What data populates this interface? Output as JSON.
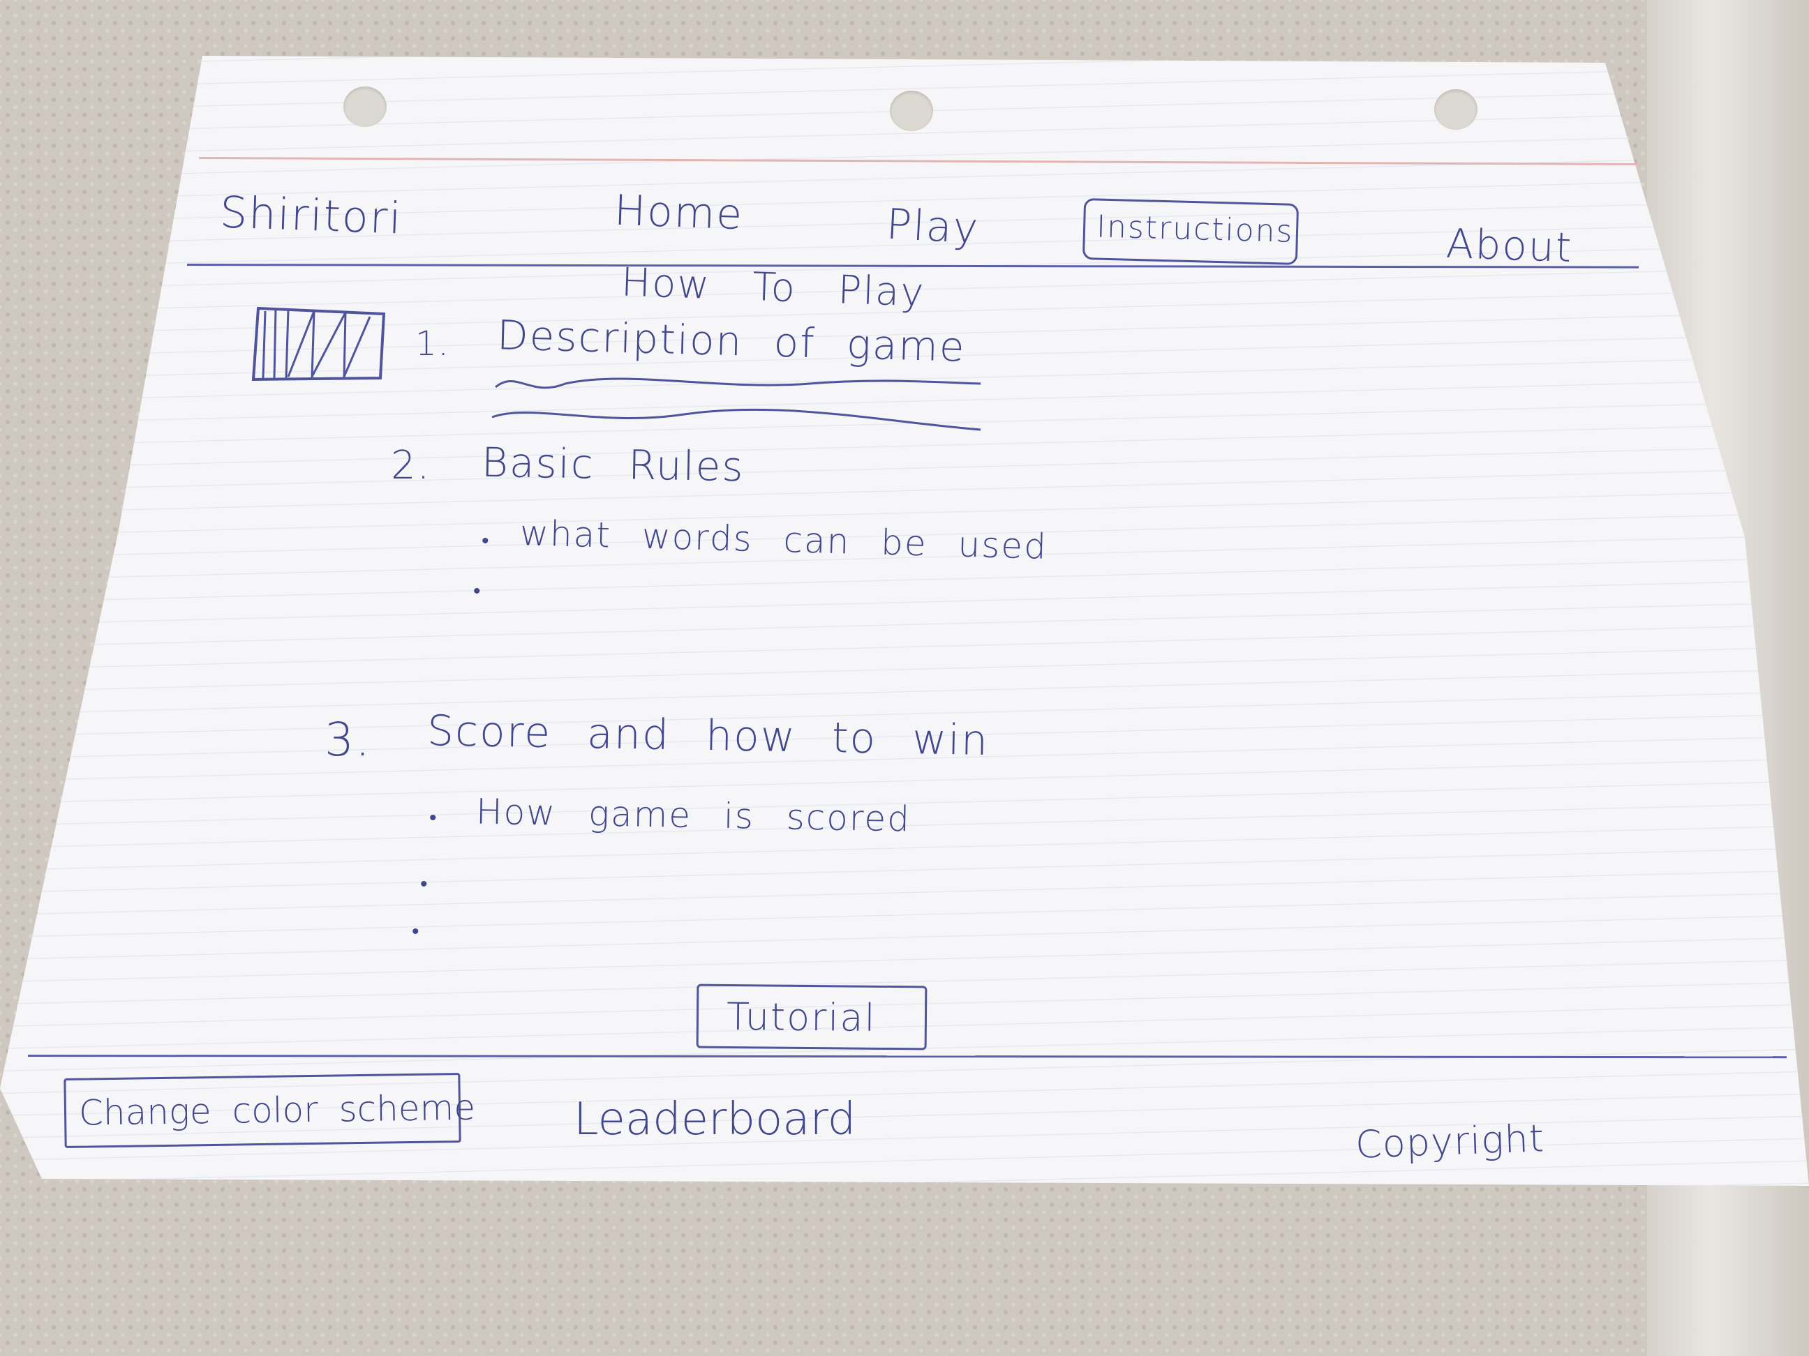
{
  "header": {
    "logo_text": "Shiritori",
    "nav": {
      "home": "Home",
      "play": "Play",
      "instructions": "Instructions",
      "about": "About"
    }
  },
  "main": {
    "heading": "How To Play",
    "sections": [
      {
        "number": "1.",
        "title": "Description of game"
      },
      {
        "number": "2.",
        "title": "Basic Rules",
        "bullets": [
          "what words can be used"
        ]
      },
      {
        "number": "3.",
        "title": "Score and how to win",
        "bullets": [
          "How game is scored"
        ]
      }
    ],
    "tutorial_button": "Tutorial"
  },
  "footer": {
    "color_scheme_button": "Change color scheme",
    "leaderboard_link": "Leaderboard",
    "copyright": "Copyright"
  },
  "colors": {
    "ink": "#42478c",
    "paper": "#f6f6f8",
    "margin_red": "#e3b4b4"
  },
  "icons": [
    "image-placeholder-icon",
    "bullet-icon"
  ]
}
